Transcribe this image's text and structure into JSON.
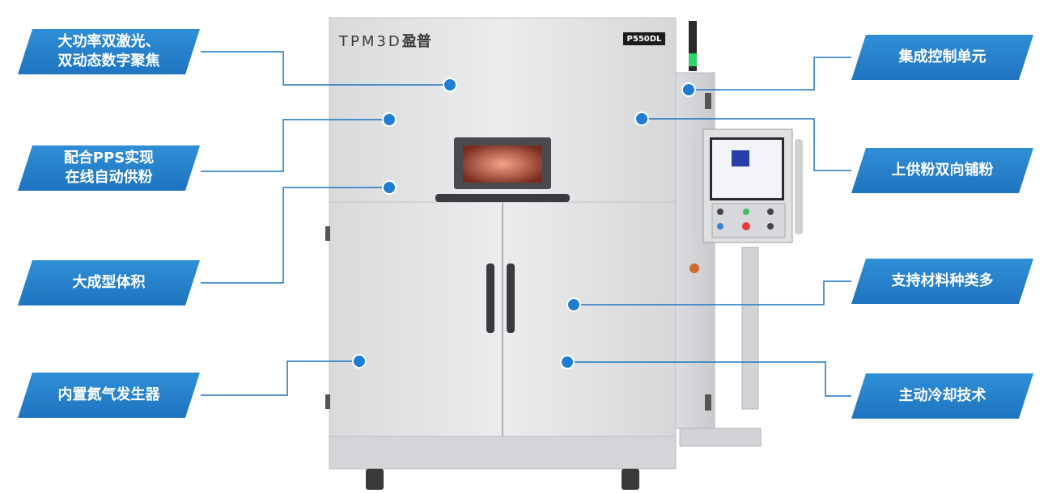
{
  "brand": {
    "logo_latin": "TPM3D",
    "logo_cn": "盈普",
    "model": "P550DL"
  },
  "features_left": [
    {
      "line1": "大功率双激光、",
      "line2": "双动态数字聚焦"
    },
    {
      "line1": "配合PPS实现",
      "line2": "在线自动供粉"
    },
    {
      "line1": "大成型体积",
      "line2": ""
    },
    {
      "line1": "内置氮气发生器",
      "line2": ""
    }
  ],
  "features_right": [
    {
      "line1": "集成控制单元"
    },
    {
      "line1": "上供粉双向铺粉"
    },
    {
      "line1": "支持材料种类多"
    },
    {
      "line1": "主动冷却技术"
    }
  ],
  "colors": {
    "label_blue": "#1f74bf",
    "dot_blue": "#1f7ed1",
    "machine_body": "#e4e5e7"
  }
}
